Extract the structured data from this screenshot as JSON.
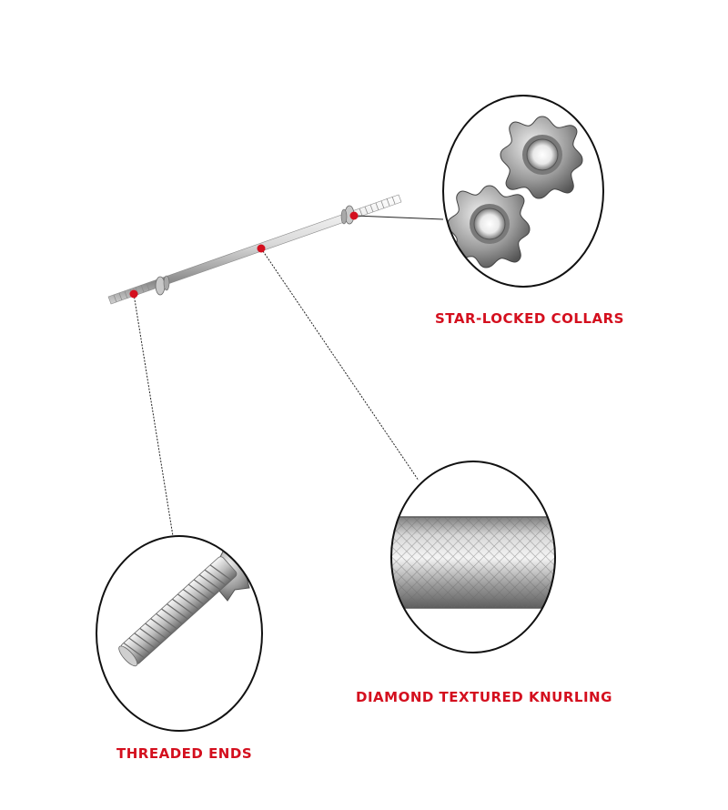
{
  "theme": {
    "accent": "#d40f1e",
    "chrome_light": "#f2f2f2",
    "chrome_mid": "#b8b8b8",
    "chrome_dark": "#6e6e6e",
    "outline": "#111111"
  },
  "callouts": {
    "collars": {
      "label": "STAR-LOCKED COLLARS"
    },
    "knurling": {
      "label": "DIAMOND TEXTURED KNURLING"
    },
    "threaded": {
      "label": "THREADED ENDS"
    }
  }
}
